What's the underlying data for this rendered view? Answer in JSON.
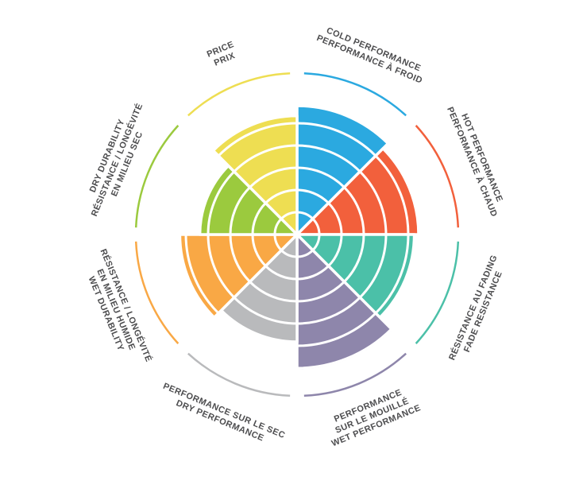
{
  "chart_data": {
    "type": "pie",
    "subtype": "polar-sector-wheel",
    "title": "",
    "scale_max": 10,
    "grid": true,
    "label_color": "#4D4D4F",
    "background": "#FFFFFF",
    "sectors": [
      {
        "id": "cold-performance",
        "label_lines": [
          "COLD PERFORMANCE",
          "PERFORMANCE À FROID"
        ],
        "value": 9.0,
        "color": "#2BA9E0",
        "start_deg": 0,
        "end_deg": 45
      },
      {
        "id": "hot-performance",
        "label_lines": [
          "HOT PERFORMANCE",
          "PERFORMANCE À CHAUD"
        ],
        "value": 8.5,
        "color": "#F2603C",
        "start_deg": 45,
        "end_deg": 90
      },
      {
        "id": "fade-resistance",
        "label_lines": [
          "RÉSISTANCE AU FADING",
          "FADE RESISTANCE"
        ],
        "value": 8.2,
        "color": "#4BC0A8",
        "start_deg": 90,
        "end_deg": 135
      },
      {
        "id": "wet-performance",
        "label_lines": [
          "PERFORMANCE",
          "SUR LE MOUILLÉ",
          "WET PERFORMANCE"
        ],
        "value": 9.5,
        "color": "#8E86AB",
        "start_deg": 135,
        "end_deg": 180
      },
      {
        "id": "dry-performance",
        "label_lines": [
          "PERFORMANCE SUR LE SEC",
          "DRY PERFORMANCE"
        ],
        "value": 7.5,
        "color": "#B9BABC",
        "start_deg": 180,
        "end_deg": 225
      },
      {
        "id": "wet-durability",
        "label_lines": [
          "RÉSISTANCE / LONGÉVITÉ",
          "EN MILIEU HUMIDE",
          "WET DURABILITY"
        ],
        "value": 8.2,
        "color": "#F9A845",
        "start_deg": 225,
        "end_deg": 270
      },
      {
        "id": "dry-durability",
        "label_lines": [
          "DRY DURABILITY",
          "RÉSISTANCE / LONGÉVITÉ",
          "EN MILIEU SEC"
        ],
        "value": 6.8,
        "color": "#9BCA3E",
        "start_deg": 270,
        "end_deg": 315
      },
      {
        "id": "price",
        "label_lines": [
          "PRICE",
          "PRIX"
        ],
        "value": 8.3,
        "color": "#EEDE52",
        "start_deg": 315,
        "end_deg": 360
      }
    ]
  }
}
